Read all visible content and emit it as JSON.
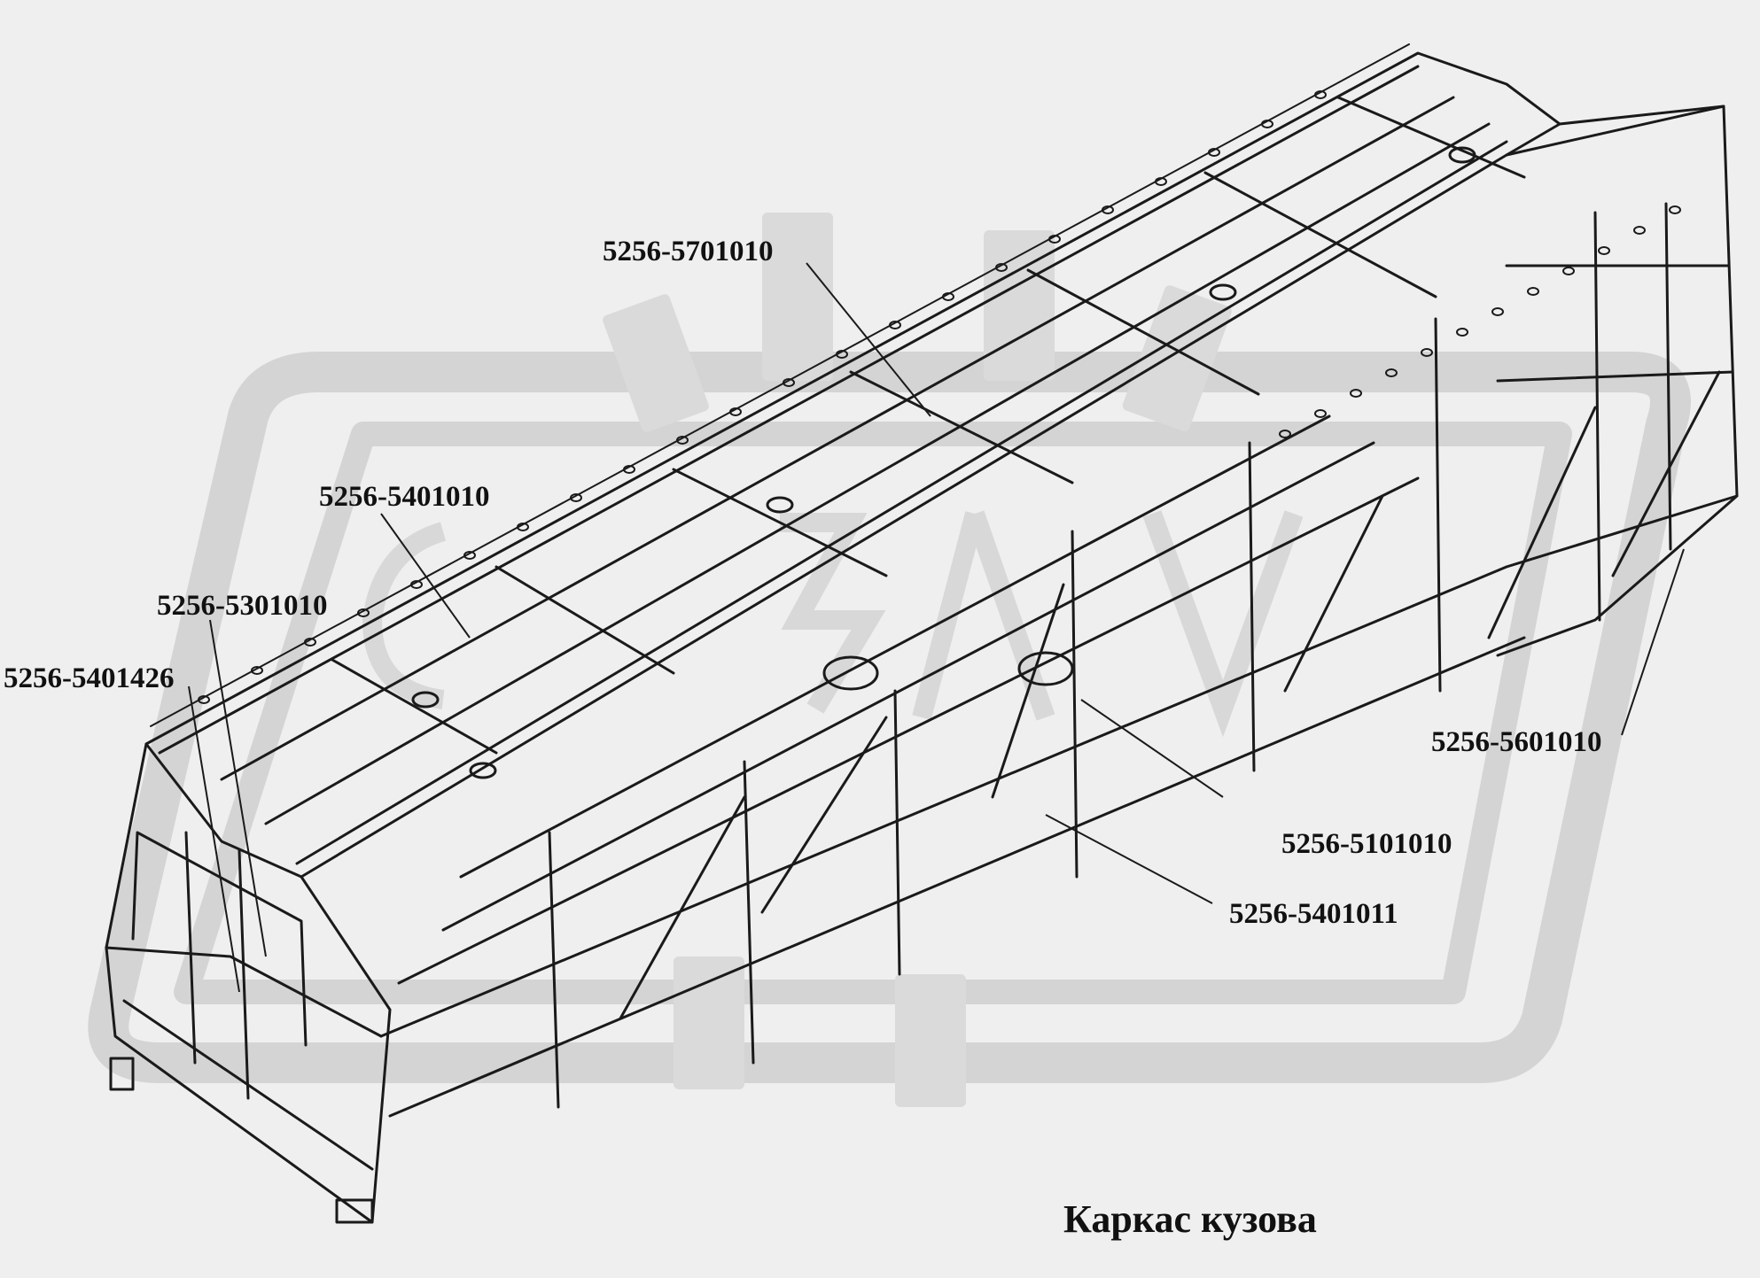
{
  "caption": "Каркас кузова",
  "labels": {
    "roof": "5256-5701010",
    "side_left_top": "5256-5401010",
    "front": "5256-5301010",
    "front_detail": "5256-5401426",
    "rear": "5256-5601010",
    "floor": "5256-5101010",
    "side_right": "5256-5401011"
  },
  "colors": {
    "background": "#efefef",
    "watermark": "#d3d3d3",
    "line": "#1a1a1a"
  }
}
